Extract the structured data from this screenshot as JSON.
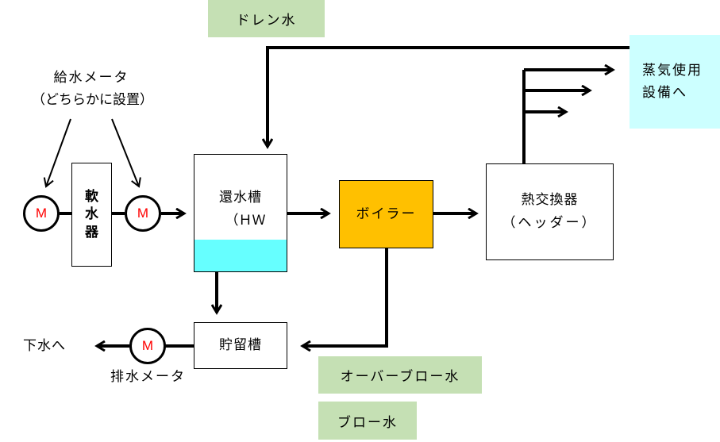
{
  "diagram": {
    "title_labels": {
      "drain_water": "ドレン水",
      "steam_use": [
        "蒸気使用",
        "設備へ"
      ],
      "overblow_water": "オーバーブロー水",
      "blow_water": "ブロー水"
    },
    "feed_meter_note": [
      "給水メータ",
      "（どちらかに設置）"
    ],
    "softener": [
      "軟",
      "水",
      "器"
    ],
    "return_tank": {
      "line1": "還水槽",
      "line2": "（ＨＷ",
      "water_color": "#66ffff"
    },
    "boiler": {
      "label": "ボイラー",
      "fill": "#ffc000"
    },
    "heat_exchanger": [
      "熱交換器",
      "（ヘッダー）"
    ],
    "storage_tank": "貯留槽",
    "to_sewer": "下水へ",
    "drain_meter_label": "排水メータ",
    "meter_symbol": "M",
    "meter_symbol_color": "#ff0000",
    "colors": {
      "tag_green": "#c5e0b4",
      "tag_cyan": "#ccffff",
      "line": "#000000"
    }
  }
}
